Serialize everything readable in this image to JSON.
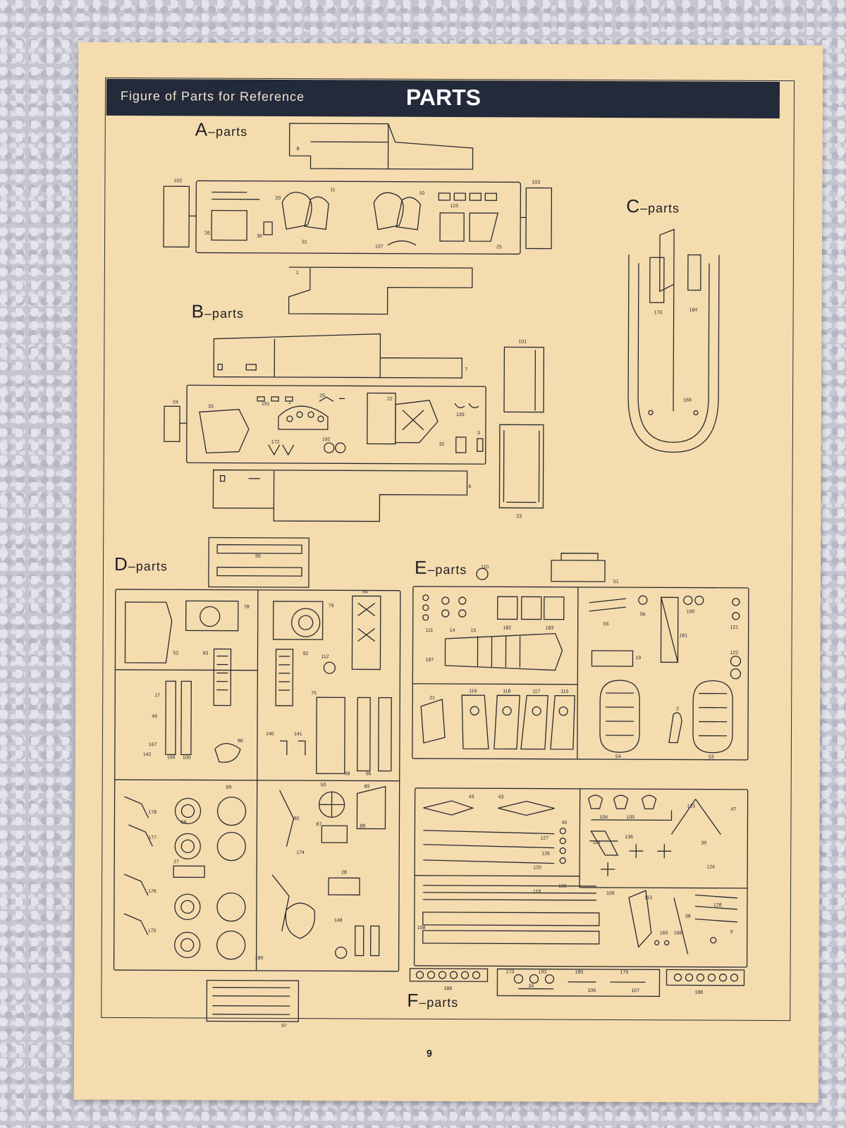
{
  "header": {
    "subtitle": "Figure of Parts for Reference",
    "title": "PARTS"
  },
  "sections": [
    {
      "letter": "A",
      "suffix": "–parts"
    },
    {
      "letter": "B",
      "suffix": "–parts"
    },
    {
      "letter": "C",
      "suffix": "–parts"
    },
    {
      "letter": "D",
      "suffix": "–parts"
    },
    {
      "letter": "E",
      "suffix": "–parts"
    },
    {
      "letter": "F",
      "suffix": "–parts"
    }
  ],
  "part_numbers": {
    "a": [
      "8",
      "102",
      "20",
      "11",
      "10",
      "103",
      "123",
      "26",
      "30",
      "31",
      "137",
      "25",
      "1"
    ],
    "b": [
      "7",
      "24",
      "33",
      "191",
      "29",
      "22",
      "139",
      "172",
      "192",
      "32",
      "3",
      "6",
      "101",
      "23"
    ],
    "c": [
      "170",
      "184",
      "169"
    ],
    "d": [
      "95",
      "78",
      "79",
      "94",
      "52",
      "93",
      "92",
      "112",
      "17",
      "75",
      "49",
      "86",
      "140",
      "141",
      "167",
      "142",
      "100",
      "98",
      "96",
      "69",
      "50",
      "89",
      "178",
      "68",
      "90",
      "87",
      "88",
      "177",
      "27",
      "174",
      "28",
      "176",
      "148",
      "175",
      "189",
      "97"
    ],
    "e": [
      "110",
      "51",
      "111",
      "14",
      "15",
      "182",
      "183",
      "55",
      "56",
      "190",
      "121",
      "181",
      "187",
      "19",
      "122",
      "116",
      "118",
      "117",
      "115",
      "21",
      "54",
      "2",
      "53"
    ],
    "f": [
      "43",
      "104",
      "105",
      "125",
      "47",
      "45",
      "127",
      "114",
      "39",
      "126",
      "136",
      "120",
      "119",
      "113",
      "124",
      "128",
      "109",
      "38",
      "108",
      "165",
      "166",
      "9",
      "188",
      "173",
      "193",
      "180",
      "179",
      "106",
      "107",
      "34"
    ]
  },
  "page_number": "9"
}
